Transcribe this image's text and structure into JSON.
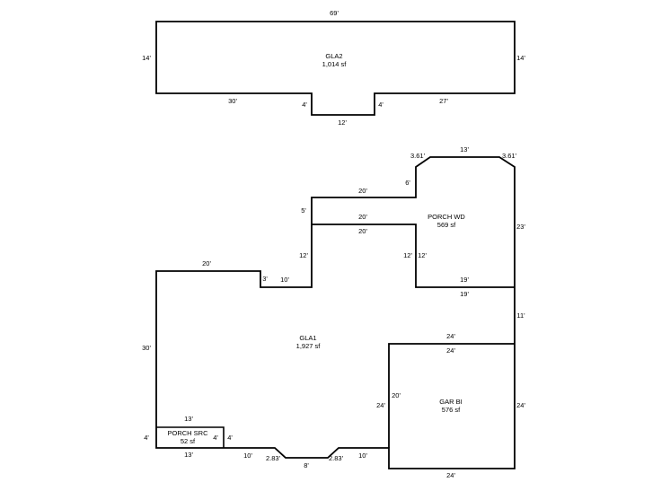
{
  "areas": {
    "gla2": {
      "name": "GLA2",
      "area": "1,014 sf"
    },
    "gla1": {
      "name": "GLA1",
      "area": "1,927 sf"
    },
    "porch_wd": {
      "name": "PORCH WD",
      "area": "569 sf"
    },
    "gar_bi": {
      "name": "GAR BI",
      "area": "576 sf"
    },
    "porch_src": {
      "name": "PORCH SRC",
      "area": "52 sf"
    }
  },
  "dimensions": {
    "gla2_top": "69'",
    "gla2_left": "14'",
    "gla2_right": "14'",
    "gla2_bottom_left": "30'",
    "gla2_notch_left": "4'",
    "gla2_notch_right": "4'",
    "gla2_notch_bottom": "12'",
    "gla2_bottom_right": "27'",
    "porch_wd_chamfer_left": "3.61'",
    "porch_wd_top": "13'",
    "porch_wd_chamfer_right": "3.61'",
    "porch_wd_left_upper": "6'",
    "gla1_top_step": "20'",
    "gla1_step_vertical": "5'",
    "porch_wd_divider_top": "20'",
    "porch_wd_divider_bottom": "20'",
    "porch_wd_right": "23'",
    "gla1_inner_vertical": "12'",
    "porch_wd_inner_left": "12'",
    "porch_wd_inner_left_b": "12'",
    "gla1_top_left": "20'",
    "gla1_jog_3": "3'",
    "gla1_jog_10": "10'",
    "porch_wd_bottom_top": "19'",
    "porch_wd_bottom_under": "19'",
    "gla1_right_11": "11'",
    "gla1_left": "30'",
    "gar_top_outer": "24'",
    "gar_top_inner": "24'",
    "gar_left_inner": "20'",
    "gar_left_outer": "24'",
    "gar_right": "24'",
    "gar_bottom": "24'",
    "porch_src_top": "13'",
    "porch_src_left": "4'",
    "porch_src_right_in": "4'",
    "porch_src_right_out": "4'",
    "porch_src_bottom": "13'",
    "gla1_bottom_10_left": "10'",
    "gla1_chamfer_left": "2.83'",
    "gla1_bottom_8": "8'",
    "gla1_chamfer_right": "2.83'",
    "gla1_bottom_10_right": "10'"
  }
}
